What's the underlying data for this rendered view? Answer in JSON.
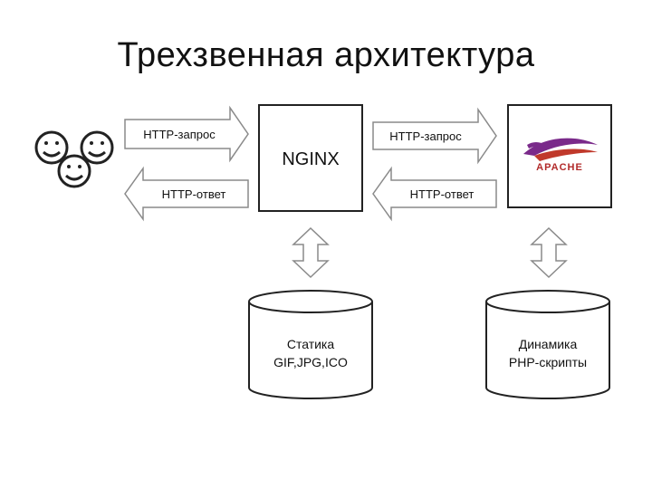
{
  "title": "Трехзвенная архитектура",
  "client_request_label": "HTTP-запрос",
  "client_response_label": "HTTP-ответ",
  "nginx_label": "NGINX",
  "backend_request_label": "HTTP-запрос",
  "backend_response_label": "HTTP-ответ",
  "apache_logo_text": "APACHE",
  "static_storage": {
    "line1": "Статика",
    "line2": "GIF,JPG,ICO"
  },
  "dynamic_storage": {
    "line1": "Динамика",
    "line2": "PHP-скрипты"
  },
  "colors": {
    "stroke": "#8a8a8a",
    "box_border": "#222222",
    "apache_feather": "#7a2a8a",
    "apache_text": "#b22a2a"
  }
}
